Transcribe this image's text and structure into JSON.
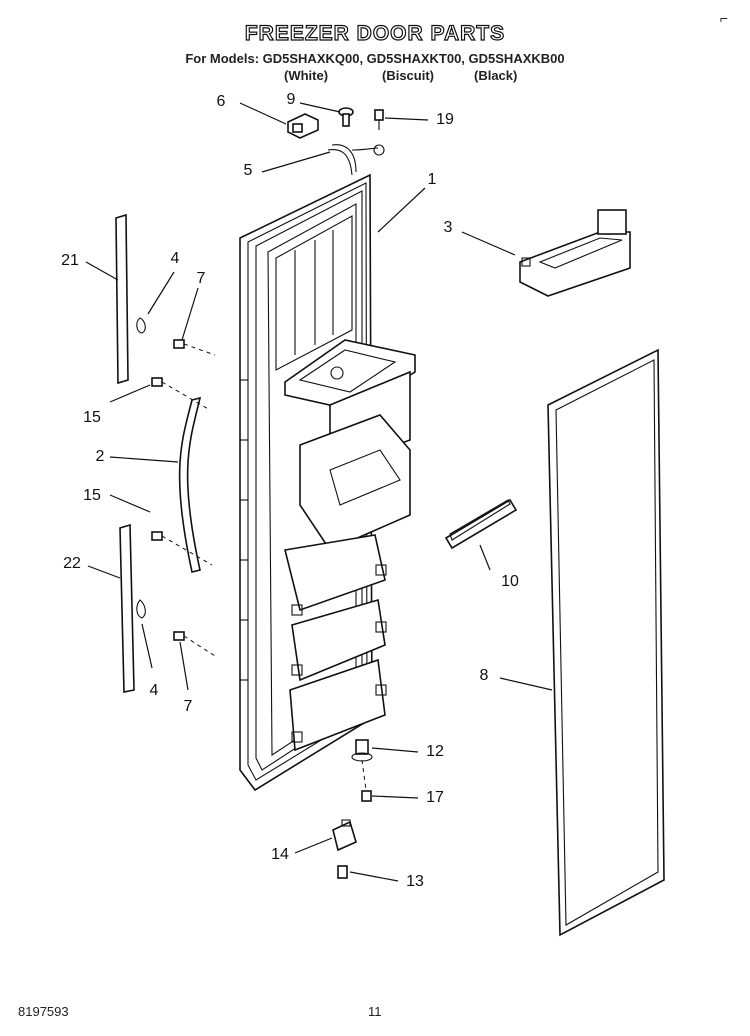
{
  "header": {
    "title": "FREEZER DOOR PARTS",
    "models_line": "For Models: GD5SHAXKQ00, GD5SHAXKT00, GD5SHAXKB00",
    "variant_white": "(White)",
    "variant_biscuit": "(Biscuit)",
    "variant_black": "(Black)",
    "corner_mark": "⌐"
  },
  "callouts": {
    "c1": "1",
    "c2": "2",
    "c3": "3",
    "c4a": "4",
    "c4b": "4",
    "c5": "5",
    "c6": "6",
    "c7a": "7",
    "c7b": "7",
    "c8": "8",
    "c9": "9",
    "c10": "10",
    "c12": "12",
    "c13": "13",
    "c14": "14",
    "c15a": "15",
    "c15b": "15",
    "c17": "17",
    "c19": "19",
    "c21": "21",
    "c22": "22"
  },
  "footer": {
    "doc_number": "8197593",
    "page_number": "11"
  }
}
